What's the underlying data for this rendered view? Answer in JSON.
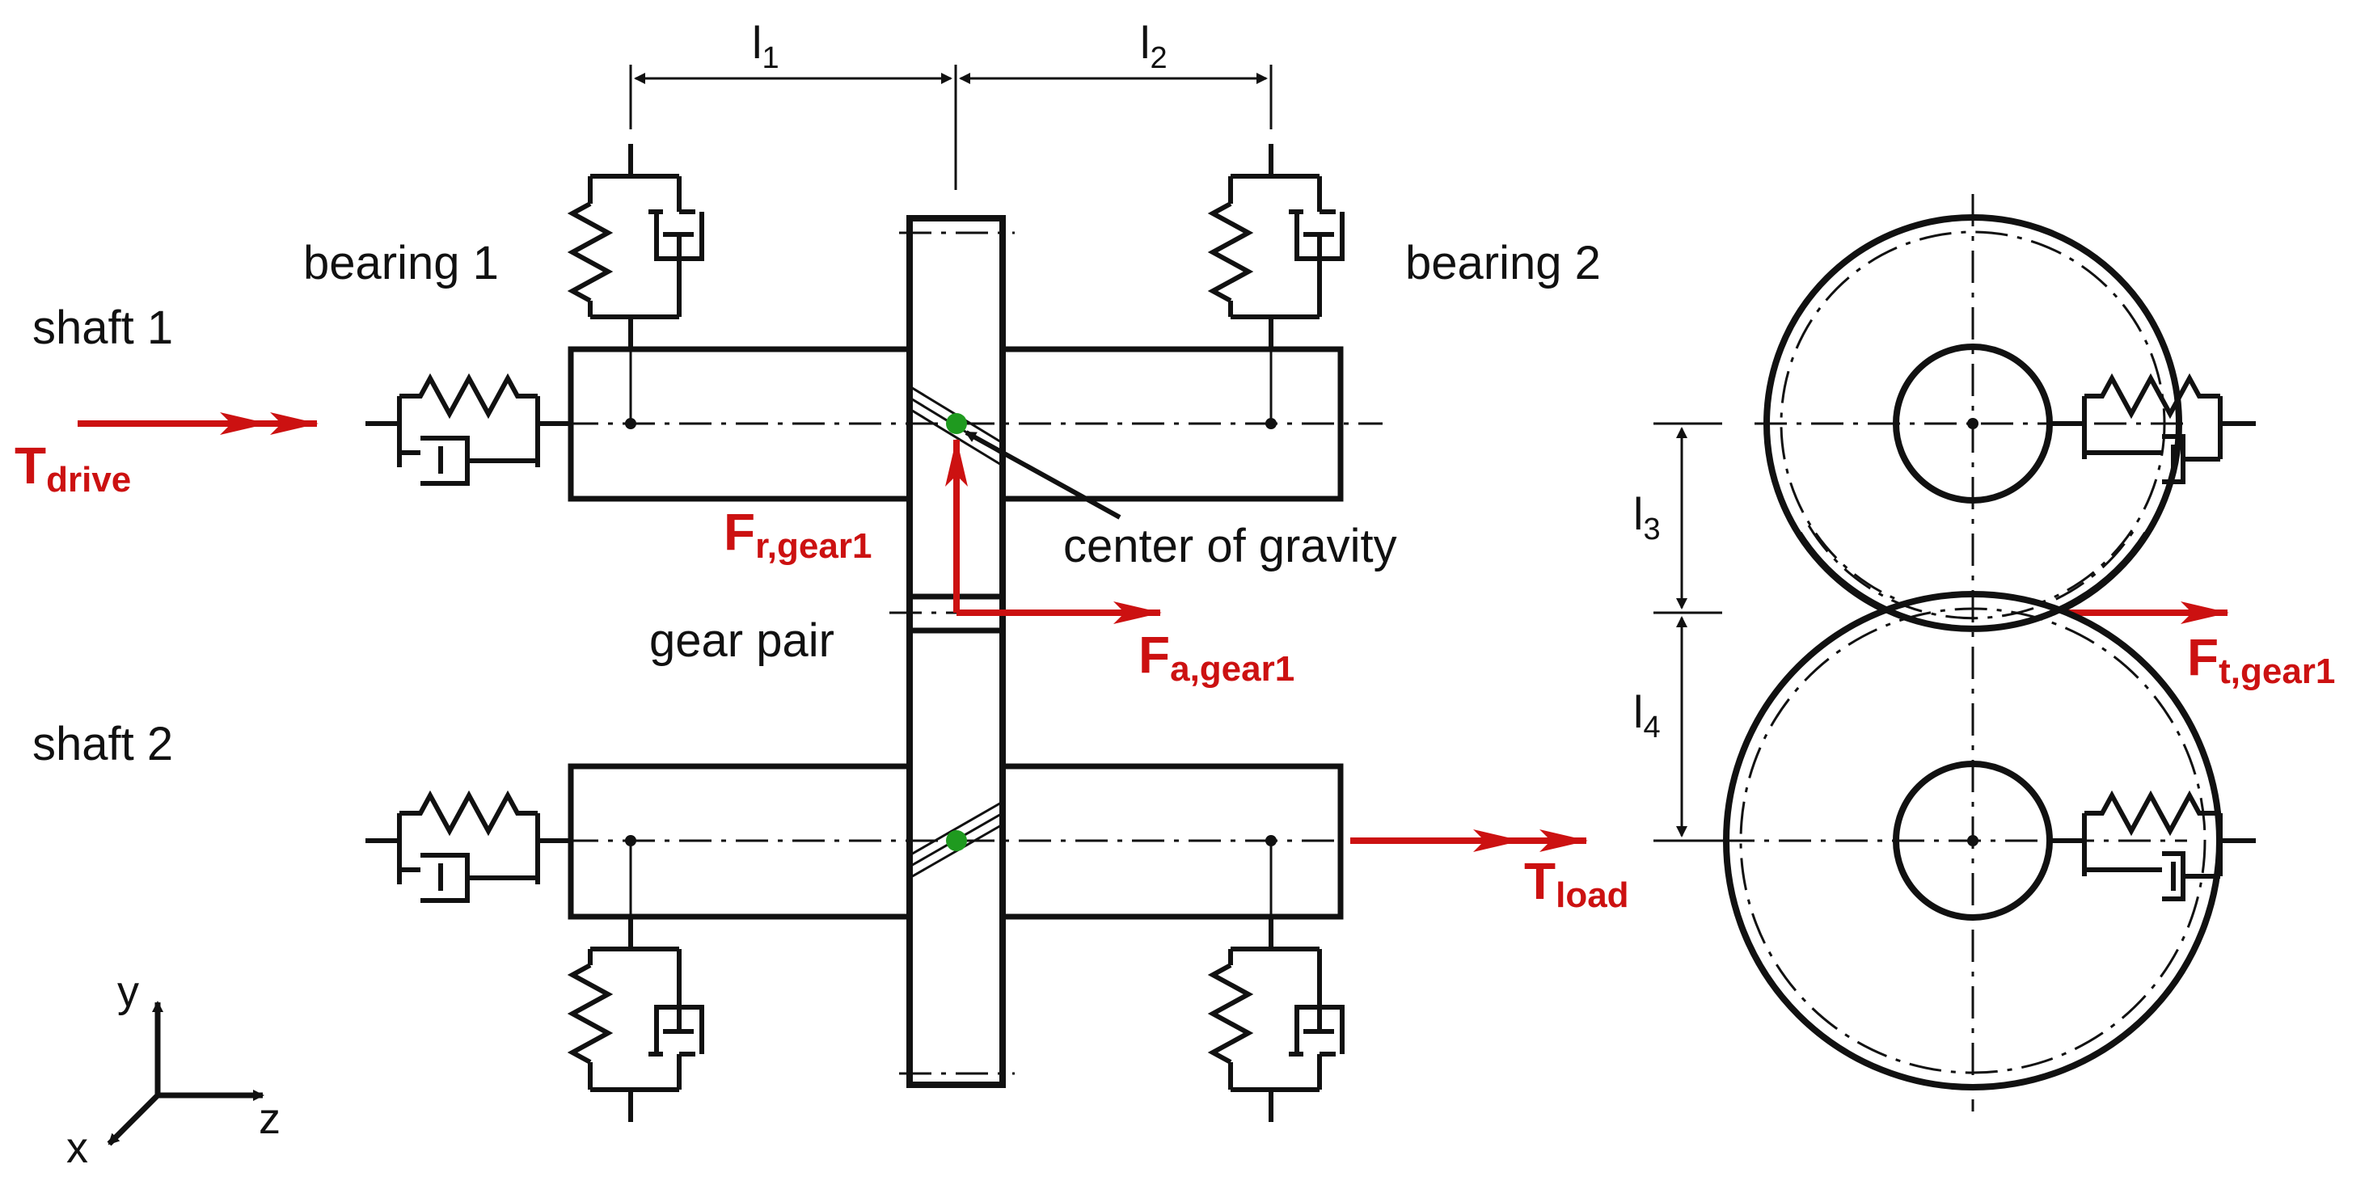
{
  "labels": {
    "l1": "l",
    "l1_sub": "1",
    "l2": "l",
    "l2_sub": "2",
    "l3": "l",
    "l3_sub": "3",
    "l4": "l",
    "l4_sub": "4",
    "bearing1": "bearing 1",
    "bearing2": "bearing 2",
    "shaft1": "shaft 1",
    "shaft2": "shaft 2",
    "gear_pair": "gear pair",
    "center_of_gravity": "center of gravity",
    "axis_x": "x",
    "axis_y": "y",
    "axis_z": "z"
  },
  "forces": {
    "t_drive_main": "T",
    "t_drive_sub": "drive",
    "t_load_main": "T",
    "t_load_sub": "load",
    "fr_main": "F",
    "fr_sub": "r,gear1",
    "fa_main": "F",
    "fa_sub": "a,gear1",
    "ft_main": "F",
    "ft_sub": "t,gear1"
  },
  "colors": {
    "force": "#cc1111",
    "center_of_gravity_dot": "#1f9a1f",
    "line": "#111111"
  }
}
